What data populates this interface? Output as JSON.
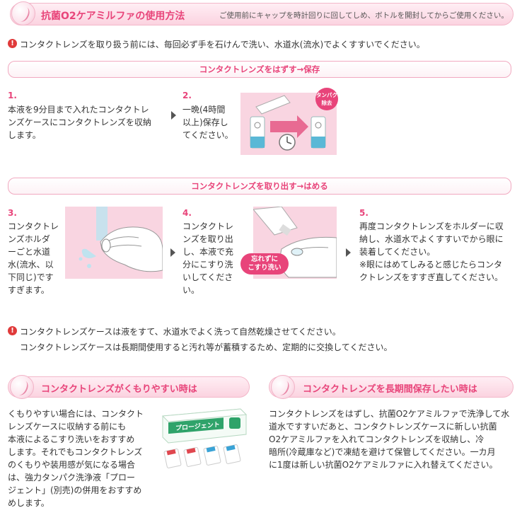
{
  "top_header": {
    "title": "抗菌O2ケアミルファの使用方法",
    "note": "ご使用前にキャップを時計回りに回してしめ、ボトルを開封してからご使用ください。"
  },
  "warning1": "コンタクトレンズを取り扱う前には、毎回必ず手を石けんで洗い、水道水(流水)でよくすすいでください。",
  "bar1": "コンタクトレンズをはずす→保存",
  "step1": {
    "num": "1.",
    "lines": [
      "本液を9分目まで入れたコンタクトレ",
      "ンズケースにコンタクトレンズを収納",
      "します。"
    ]
  },
  "step2": {
    "num": "2.",
    "lines": [
      "一晩(4時間",
      "以上)保存し",
      "てください。"
    ],
    "badge": [
      "タンパク",
      "除去"
    ]
  },
  "bar2": "コンタクトレンズを取り出す→はめる",
  "step3": {
    "num": "3.",
    "lines": [
      "コンタクトレ",
      "ンズホルダ",
      "ーごと水道",
      "水(流水、以",
      "下同じ)です",
      "すぎます。"
    ]
  },
  "step4": {
    "num": "4.",
    "lines": [
      "コンタクトレ",
      "ンズを取り出",
      "し、本液で充",
      "分にこすり洗",
      "いしてくださ",
      "い。"
    ],
    "badge": [
      "忘れずに",
      "こすり洗い"
    ]
  },
  "step5": {
    "num": "5.",
    "lines": [
      "再度コンタクトレンズをホルダーに収",
      "納し、水道水でよくすすいでから眼に",
      "装着してください。",
      "※眼にはめてしみると感じたらコンタ",
      "クトレンズをすすぎ直してください。"
    ]
  },
  "warning2": [
    "コンタクトレンズケースは液をすて、水道水でよく洗って自然乾燥させてください。",
    "コンタクトレンズケースは長期間使用すると汚れ等が蓄積するため、定期的に交換してください。"
  ],
  "section_left": {
    "title": "コンタクトレンズがくもりやすい時は",
    "lines": [
      "くもりやすい場合には、コンタクト",
      "レンズケースに収納する前にも",
      "本液によるこすり洗いをおすすめ",
      "します。それでもコンタクトレンズ",
      "のくもりや装用感が気になる場合",
      "は、強力タンパク洗浄液「プロー",
      "ジェント」(別売)の併用をおすすめ",
      "めします。"
    ],
    "product_name": "プロージェント"
  },
  "section_right": {
    "title": "コンタクトレンズを長期間保存したい時は",
    "lines": [
      "コンタクトレンズをはずし、抗菌O2ケアミルファで洗浄して水",
      "道水ですすいだあと、コンタクトレンズケースに新しい抗菌",
      "O2ケアミルファを入れてコンタクトレンズを収納し、冷",
      "暗所(冷蔵庫など)で凍結を避けて保管してください。一カ月",
      "に1度は新しい抗菌O2ケアミルファに入れ替えてください。"
    ]
  },
  "colors": {
    "accent": "#e8447a",
    "panel": "#f9d5e1",
    "warn": "#e03a3a"
  }
}
